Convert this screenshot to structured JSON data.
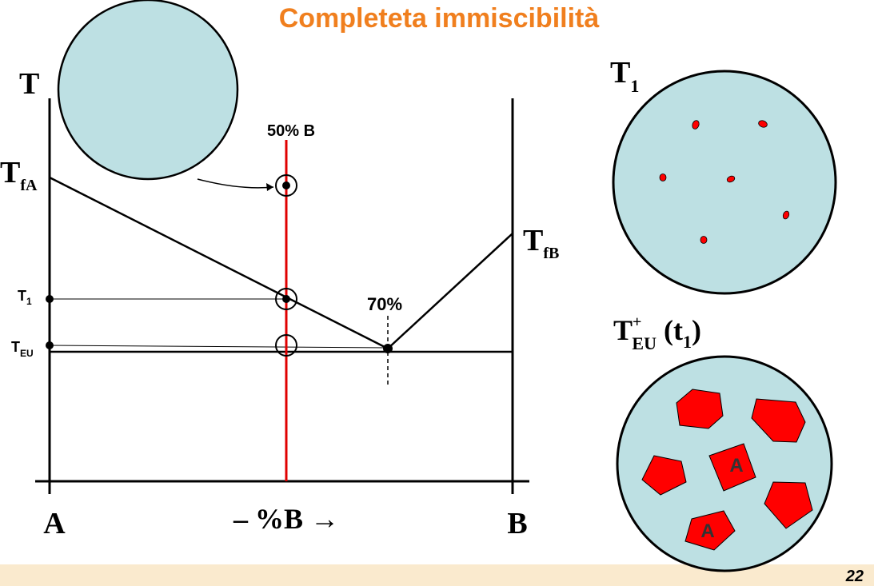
{
  "slide": {
    "title": "Completeta immiscibilità",
    "page_number": "22",
    "colors": {
      "title": "#f07f1e",
      "grain_fill": "#bde0e3",
      "crystal_fill": "#ff0000",
      "composition_line": "#e00000",
      "line": "#000000",
      "footer_band": "#f5d9a6"
    }
  },
  "diagram": {
    "axis_T": "T",
    "T_fA": {
      "main": "T",
      "sub": "fA"
    },
    "T_fB": {
      "main": "T",
      "sub": "fB"
    },
    "T_1": {
      "main": "T",
      "sub": "1"
    },
    "T_EU": {
      "main": "T",
      "sub": "EU"
    },
    "composition_label": "50% B",
    "eutectic_label": "70%",
    "x_left": "A",
    "x_right": "B",
    "x_axis_label": "– %B →"
  },
  "micrographs": {
    "t1": {
      "main": "T",
      "sub": "1"
    },
    "teu": {
      "main": "T",
      "sup": "+",
      "sub": "EU",
      "suffix_open": " (t",
      "suffix_sub": "1",
      "suffix_close": ")"
    },
    "crystal_label": "A"
  }
}
